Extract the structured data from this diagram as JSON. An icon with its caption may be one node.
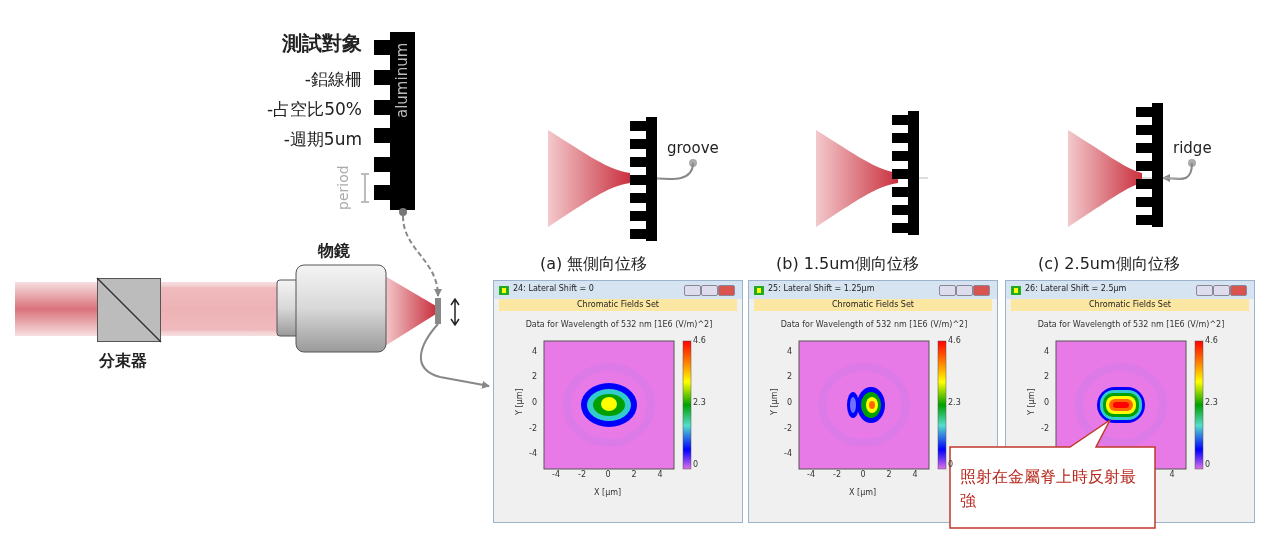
{
  "diagram": {
    "nodes": [
      {
        "text": [
          "aluminum"
        ],
        "beside": [
          "測試對象",
          "-鋁線柵",
          "-占空比50%",
          "-週期5um"
        ]
      },
      {
        "text": [
          "分束器"
        ]
      },
      {
        "text": [
          "物鏡"
        ]
      },
      {
        "text": [],
        "shape": "bar"
      },
      {
        "text": [],
        "shape": "picture"
      },
      {
        "text": [
          "groove"
        ]
      },
      {
        "text": [],
        "shape": "picture"
      },
      {
        "text": [],
        "shape": "picture"
      },
      {
        "text": [
          "ridge"
        ]
      },
      {
        "text": [
          "24: Lateral Shift = 0",
          "Chromatic Fields Set",
          "Data for Wavelength of 532 nm  [1E6 (V/m)^2]",
          "Y [μm]",
          "X [μm]"
        ]
      },
      {
        "text": [
          "25: Lateral Shift = 1.25μm",
          "Chromatic Fields Set",
          "Data for Wavelength of 532 nm  [1E6 (V/m)^2]",
          "Y [μm]",
          "X [μm]"
        ]
      },
      {
        "text": [
          "26: Lateral Shift = 2.5μm",
          "Chromatic Fields Set",
          "Data for Wavelength of 532 nm  [1E6 (V/m)^2]",
          "Y [μm]"
        ]
      },
      {
        "text": [
          "照射在金屬脊上時反射最強"
        ]
      }
    ],
    "edges": [
      {
        "from": 0,
        "to": 3,
        "arrow": "to",
        "style": "dashed"
      },
      {
        "from": 3,
        "to": 9,
        "arrow": "to"
      },
      {
        "from": 5,
        "to": 4,
        "arrow": "to"
      },
      {
        "from": 8,
        "to": 7,
        "arrow": "to"
      }
    ],
    "labels": [
      "period",
      "(a)  無側向位移",
      "(b) 1.5um側向位移",
      "(c)  2.5um側向位移",
      "4",
      "2",
      "0",
      "-2",
      "-4",
      "-4",
      "-2",
      "0",
      "2",
      "4",
      "4.6",
      "2.3",
      "0",
      "4",
      "2",
      "0",
      "-2",
      "-4",
      "-4",
      "-2",
      "0",
      "2",
      "4",
      "4.6",
      "2.3",
      "0",
      "4",
      "2",
      "0",
      "-2",
      "4",
      "4.6",
      "2.3",
      "0"
    ]
  }
}
